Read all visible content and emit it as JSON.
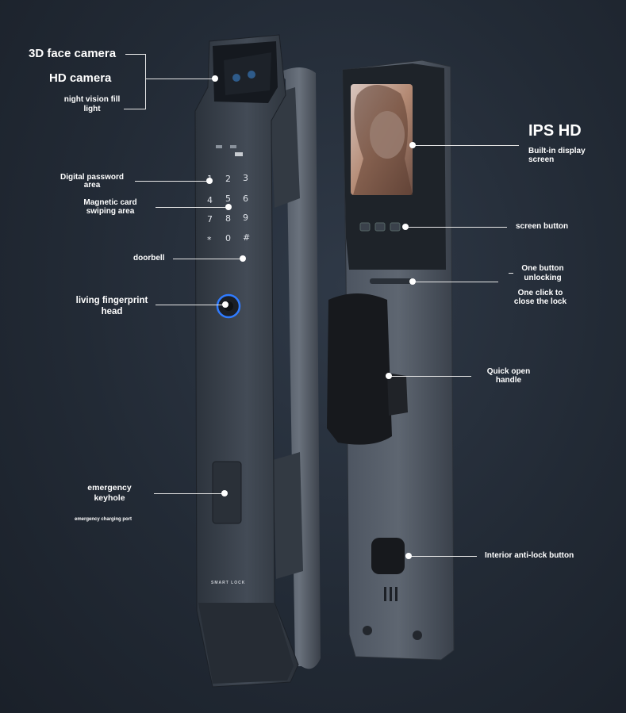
{
  "labels": {
    "face_camera": "3D face camera",
    "hd_camera": "HD camera",
    "night_vision": "night vision fill light",
    "password_area": "Digital password area",
    "magnetic_card": "Magnetic card swiping area",
    "doorbell": "doorbell",
    "fingerprint": "living fingerprint head",
    "keyhole": "emergency keyhole",
    "charging_port": "emergency charging port",
    "ips_title": "IPS HD",
    "ips_sub": "Built-in display screen",
    "screen_button": "screen button",
    "one_button_unlock": "One button unlocking",
    "one_click_close": "One click to close the lock",
    "quick_handle": "Quick open handle",
    "anti_lock": "Interior anti-lock button",
    "brand_text": "SMART LOCK"
  },
  "keypad": [
    "1",
    "2",
    "3",
    "4",
    "5",
    "6",
    "7",
    "8",
    "9",
    "*",
    "0",
    "#"
  ],
  "colors": {
    "background": "#222a35",
    "lock_body": "#3b434d",
    "accent_ring": "#2f7bff"
  }
}
